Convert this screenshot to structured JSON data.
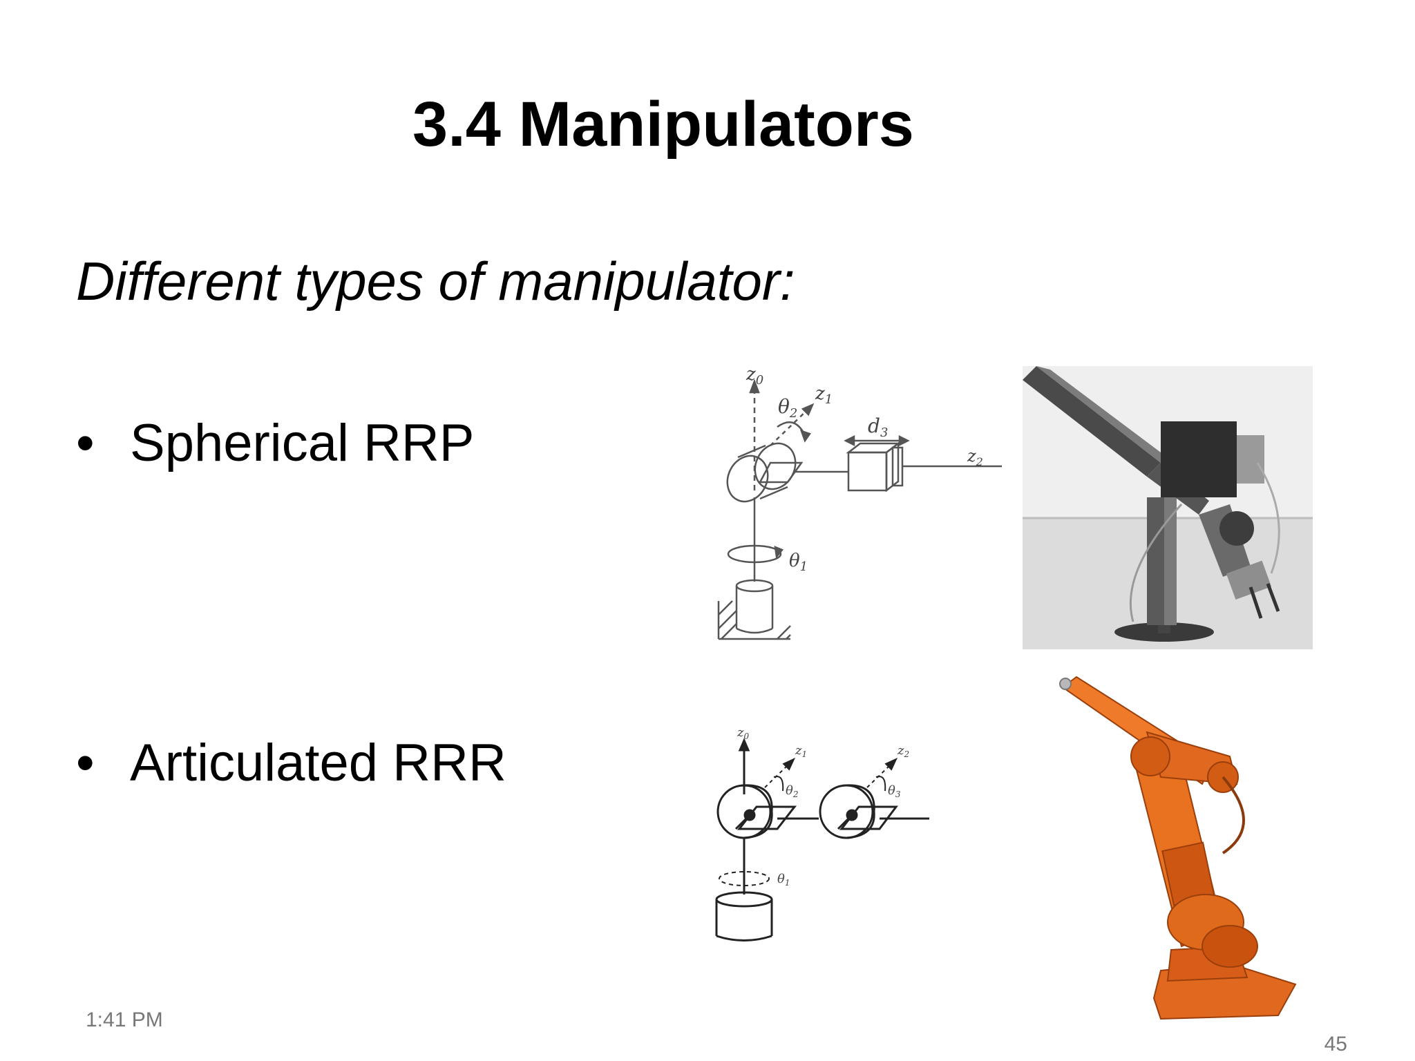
{
  "slide": {
    "title": "3.4 Manipulators",
    "subtitle": "Different types of manipulator:",
    "bullets": [
      {
        "marker": "•",
        "text": "Spherical RRP"
      },
      {
        "marker": "•",
        "text": "Articulated RRR"
      }
    ],
    "time": "1:41 PM",
    "page_number": "45"
  },
  "diagrams": {
    "spherical": {
      "z0": "z",
      "z0_sub": "0",
      "z1": "z",
      "z1_sub": "1",
      "z2": "z",
      "z2_sub": "2",
      "theta1": "θ",
      "theta1_sub": "1",
      "theta2": "θ",
      "theta2_sub": "2",
      "d3": "d",
      "d3_sub": "3"
    },
    "articulated": {
      "z0": "z",
      "z0_sub": "0",
      "z1": "z",
      "z1_sub": "1",
      "z2": "z",
      "z2_sub": "2",
      "theta1": "θ",
      "theta1_sub": "1",
      "theta2": "θ",
      "theta2_sub": "2",
      "theta3": "θ",
      "theta3_sub": "3"
    }
  },
  "colors": {
    "robot_orange": "#e0681f",
    "photo_gray": "#8a8a8a"
  }
}
